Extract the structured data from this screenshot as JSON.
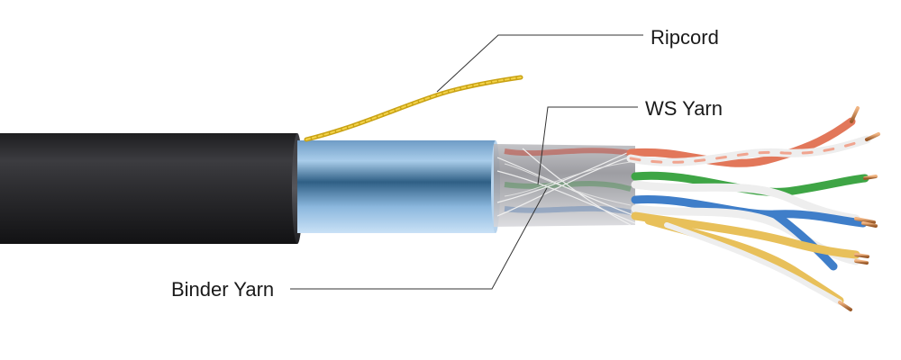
{
  "diagram": {
    "labels": {
      "ripcord": "Ripcord",
      "ws_yarn": "WS Yarn",
      "binder_yarn": "Binder Yarn"
    }
  },
  "colors": {
    "jacket": "#2b2b2e",
    "shield_foil": "#8fb6d8",
    "ripcord": "#d8b21f",
    "pair_orange": "#e2775a",
    "pair_green": "#3ea545",
    "pair_blue": "#3f7ec9",
    "pair_brown_yellow": "#e8c05a",
    "copper": "#c9824a"
  }
}
